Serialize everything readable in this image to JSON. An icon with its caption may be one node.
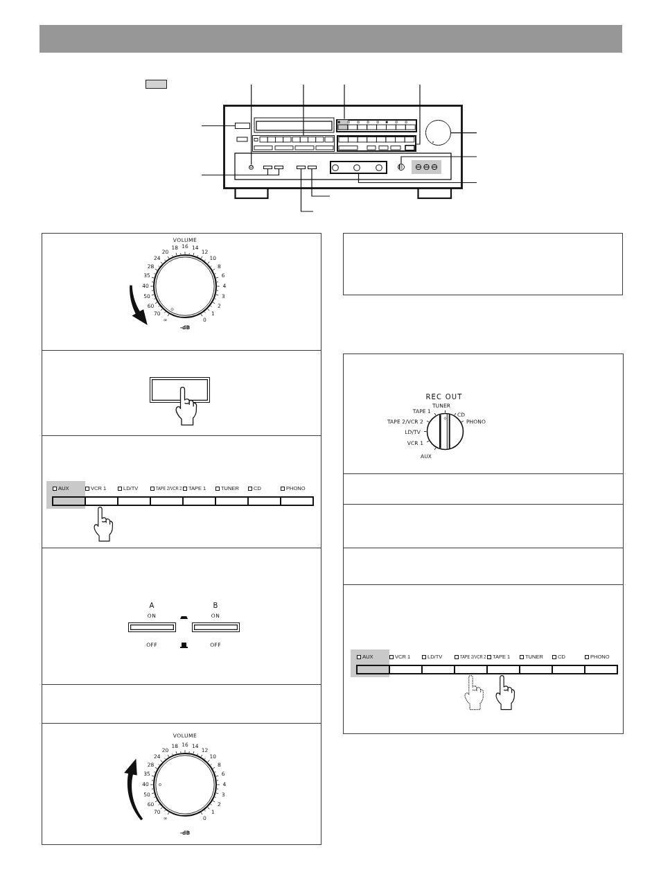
{
  "diagram": {
    "nodes": [
      {
        "text": [],
        "shape": "box"
      },
      {
        "text": [],
        "shape": "box"
      },
      {
        "text": [],
        "shape": "box"
      },
      {
        "text": [],
        "shape": "box"
      },
      {
        "text": [],
        "shape": "circle"
      },
      {
        "text": [],
        "shape": "circle"
      },
      {
        "text": [],
        "shape": "box"
      },
      {
        "text": [],
        "shape": "box"
      },
      {
        "text": [],
        "shape": "box"
      },
      {
        "text": [],
        "shape": "box"
      },
      {
        "text": [],
        "shape": "box"
      },
      {
        "text": [],
        "shape": "circle"
      },
      {
        "text": [
          "VOLUME",
          "∞",
          "70",
          "60",
          "50",
          "40",
          "35",
          "28",
          "24",
          "20",
          "18",
          "16",
          "14",
          "12",
          "10",
          "8",
          "6",
          "4",
          "3",
          "2",
          "1",
          "0",
          "-dB"
        ]
      },
      {
        "text": [],
        "shape": "box"
      },
      {
        "text": [
          "AUX",
          "VCR 1",
          "LD/TV",
          "TAPE 2/VCR 2",
          "TAPE 1",
          "TUNER",
          "CD",
          "PHONO"
        ]
      },
      {
        "text": [
          "A",
          "ON",
          "OFF",
          "B",
          "ON",
          "OFF"
        ]
      },
      {
        "text": [],
        "shape": "box"
      },
      {
        "text": [
          "VOLUME",
          "∞",
          "70",
          "60",
          "50",
          "40",
          "35",
          "28",
          "24",
          "20",
          "18",
          "16",
          "14",
          "12",
          "10",
          "8",
          "6",
          "4",
          "3",
          "2",
          "1",
          "0",
          "-dB"
        ]
      },
      {
        "text": [],
        "shape": "box"
      },
      {
        "text": [
          "REC OUT",
          "TUNER",
          "TAPE 1",
          "CD",
          "TAPE 2/VCR 2",
          "PHONO",
          "LD/TV",
          "VCR 1",
          "AUX"
        ]
      },
      {
        "text": [],
        "shape": "box"
      },
      {
        "text": [],
        "shape": "box"
      },
      {
        "text": [],
        "shape": "box"
      },
      {
        "text": [
          "AUX",
          "VCR 1",
          "LD/TV",
          "TAPE 2/VCR 2",
          "TAPE 1",
          "TUNER",
          "CD",
          "PHONO"
        ]
      }
    ],
    "edges": [
      {
        "from": null,
        "to": 5,
        "arrow": "none"
      },
      {
        "from": null,
        "to": 1,
        "arrow": "none"
      },
      {
        "from": null,
        "to": 2,
        "arrow": "none"
      },
      {
        "from": null,
        "to": 3,
        "arrow": "none"
      },
      {
        "from": null,
        "to": 0,
        "arrow": "none"
      },
      {
        "from": null,
        "to": 6,
        "arrow": "none"
      },
      {
        "from": null,
        "to": 7,
        "arrow": "none"
      },
      {
        "from": null,
        "to": 4,
        "arrow": "none"
      },
      {
        "from": null,
        "to": 11,
        "arrow": "none"
      },
      {
        "from": null,
        "to": 10,
        "arrow": "none"
      },
      {
        "from": null,
        "to": 9,
        "arrow": "none"
      },
      {
        "from": null,
        "to": 8,
        "arrow": "none"
      }
    ]
  }
}
